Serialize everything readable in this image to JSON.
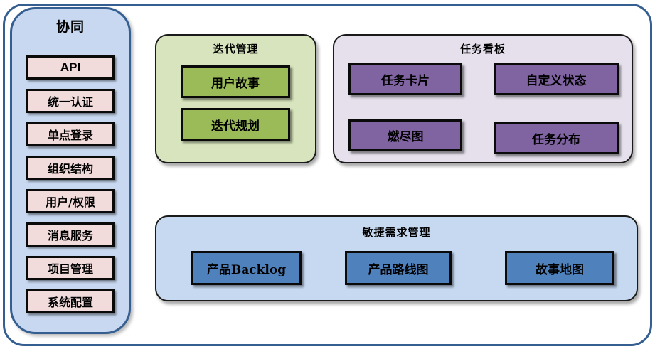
{
  "colors": {
    "outer_border": "#365f91",
    "sidebar_bg": "#c7d8f0",
    "sidebar_item_bg": "#f2dcdb",
    "iteration_panel_bg": "#d7e4bd",
    "iteration_box_bg": "#9bbb59",
    "taskboard_panel_bg": "#e5e0ec",
    "taskboard_box_bg": "#8064a2",
    "requirements_panel_bg": "#c6d9f1",
    "requirements_box_bg": "#4f81bd",
    "text": "#000000"
  },
  "sidebar": {
    "title": "协同",
    "items": [
      {
        "label": "API"
      },
      {
        "label": "统一认证"
      },
      {
        "label": "单点登录"
      },
      {
        "label": "组织结构"
      },
      {
        "label": "用户/权限"
      },
      {
        "label": "消息服务"
      },
      {
        "label": "项目管理"
      },
      {
        "label": "系统配置"
      }
    ]
  },
  "panels": {
    "iteration": {
      "title": "迭代管理",
      "items": [
        {
          "label": "用户故事"
        },
        {
          "label": "迭代规划"
        }
      ]
    },
    "taskboard": {
      "title": "任务看板",
      "items": [
        {
          "label": "任务卡片"
        },
        {
          "label": "自定义状态"
        },
        {
          "label": "燃尽图"
        },
        {
          "label": "任务分布"
        }
      ]
    },
    "requirements": {
      "title": "敏捷需求管理",
      "items": [
        {
          "label": "产品Backlog"
        },
        {
          "label": "产品路线图"
        },
        {
          "label": "故事地图"
        }
      ]
    }
  }
}
